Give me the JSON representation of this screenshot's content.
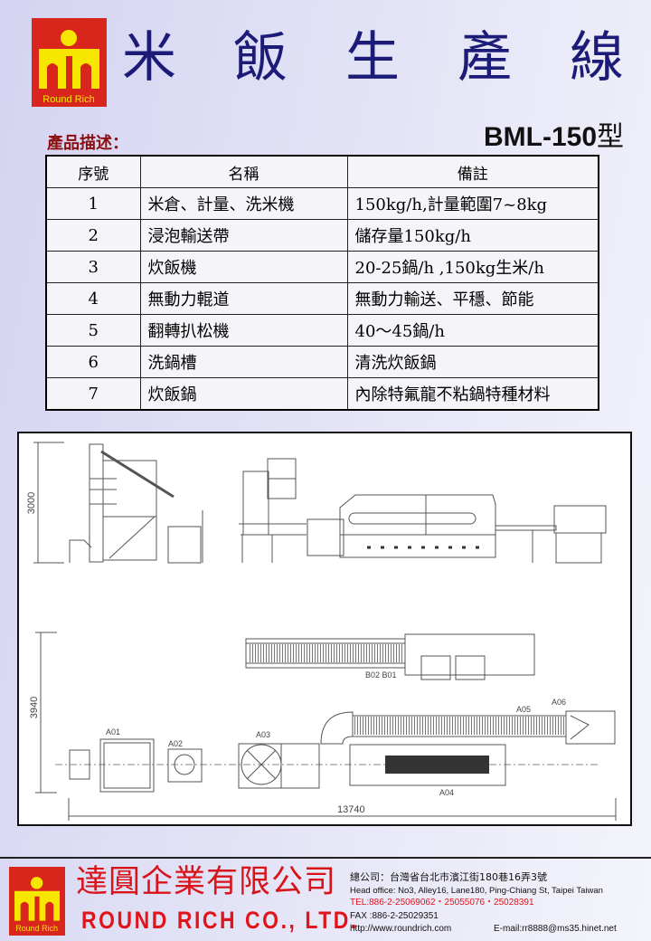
{
  "header": {
    "logo_text": "Round Rich",
    "title_chars": [
      "米",
      "飯",
      "生",
      "產",
      "線"
    ],
    "model": "BML-150",
    "model_suffix": "型",
    "section_label": "產品描述："
  },
  "spec_table": {
    "headers": [
      "序號",
      "名稱",
      "備註"
    ],
    "rows": [
      [
        "1",
        "米倉、計量、洗米機",
        "150kg/h,計量範圍7~8kg"
      ],
      [
        "2",
        "浸泡輸送帶",
        "儲存量150kg/h"
      ],
      [
        "3",
        "炊飯機",
        "20-25鍋/h ,150kg生米/h"
      ],
      [
        "4",
        "無動力輥道",
        "無動力輸送、平穩、節能"
      ],
      [
        "5",
        "翻轉扒松機",
        "40～45鍋/h"
      ],
      [
        "6",
        "洗鍋槽",
        "清洗炊飯鍋"
      ],
      [
        "7",
        "炊飯鍋",
        "內除特氟龍不粘鍋特種材料"
      ]
    ]
  },
  "drawing": {
    "elevation_height": "3000",
    "plan_height": "3940",
    "total_length": "13740",
    "labels": {
      "a01": "A01",
      "a02": "A02",
      "a03": "A03",
      "a04": "A04",
      "a05": "A05",
      "a06": "A06",
      "b": "B02 B01"
    }
  },
  "footer": {
    "logo_text": "Round Rich",
    "company_zh": "達圓企業有限公司",
    "company_en": "ROUND RICH CO., LTD.",
    "address_zh": "總公司：台灣省台北市濱江街180巷16弄3號",
    "address_en": "Head office: No3, Alley16, Lane180, Ping-Chiang St, Taipei Taiwan",
    "tel": "TEL:886-2-25069062・25055076・25028391",
    "fax": "FAX :886-2-25029351",
    "website": "http://www.roundrich.com",
    "email": "E-mail:rr8888@ms35.hinet.net"
  },
  "colors": {
    "title": "#1c1c78",
    "brand_red": "#d9261c",
    "logo_yellow": "#f7e600",
    "section_label": "#8b0d0d"
  }
}
